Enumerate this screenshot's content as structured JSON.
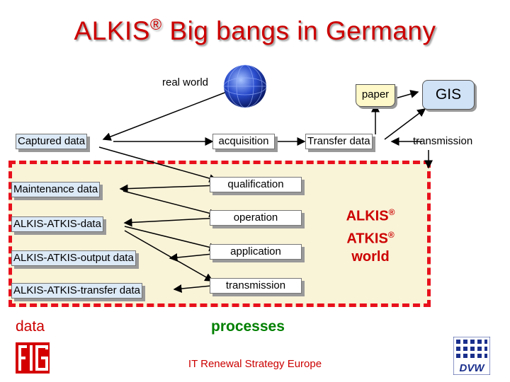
{
  "title": {
    "prefix": "ALKIS",
    "reg": "®",
    "rest": " Big bangs in Germany"
  },
  "real_world": "real world",
  "paper": "paper",
  "gis": "GIS",
  "captured": "Captured data",
  "acquisition": "acquisition",
  "transfer_data": "Transfer data",
  "transmission_top": "transmission",
  "data_boxes": {
    "maintenance": "Maintenance data",
    "alkis_atkis": "ALKIS-ATKIS-data",
    "output": "ALKIS-ATKIS-output data",
    "transfer": "ALKIS-ATKIS-transfer data"
  },
  "processes": {
    "qualification": "qualification",
    "operation": "operation",
    "application": "application",
    "transmission": "transmission"
  },
  "world_label": {
    "line1": "ALKIS",
    "line2": "ATKIS",
    "line3": "world",
    "reg": "®"
  },
  "legend": {
    "data": "data",
    "processes": "processes"
  },
  "footer": "IT Renewal Strategy Europe",
  "colors": {
    "accent": "#cc0000",
    "zone_border": "#e8101c",
    "process_green": "#008000"
  }
}
